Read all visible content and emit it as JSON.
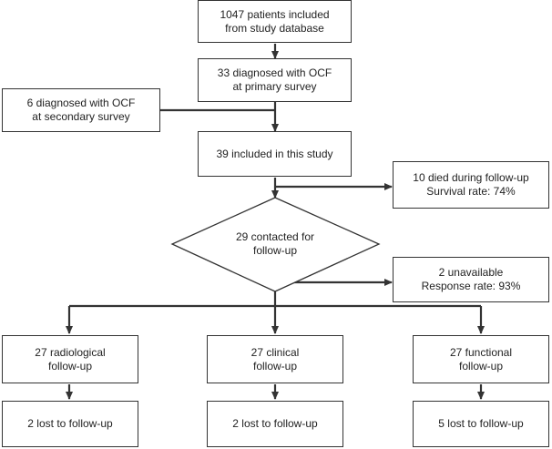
{
  "boxes": {
    "included_db": [
      "1047 patients included",
      "from study database"
    ],
    "primary": [
      "33 diagnosed with OCF",
      "at primary survey"
    ],
    "secondary": [
      "6 diagnosed with OCF",
      "at secondary survey"
    ],
    "study": [
      "39 included in this study"
    ],
    "died": [
      "10 died during follow-up",
      "Survival rate: 74%"
    ],
    "contacted": [
      "29 contacted for",
      "follow-up"
    ],
    "unavailable": [
      "2 unavailable",
      "Response rate: 93%"
    ],
    "radiological": [
      "27 radiological",
      "follow-up"
    ],
    "clinical": [
      "27 clinical",
      "follow-up"
    ],
    "functional": [
      "27 functional",
      "follow-up"
    ],
    "lost_radiological": [
      "2 lost to follow-up"
    ],
    "lost_clinical": [
      "2 lost to follow-up"
    ],
    "lost_functional": [
      "5 lost to follow-up"
    ]
  }
}
